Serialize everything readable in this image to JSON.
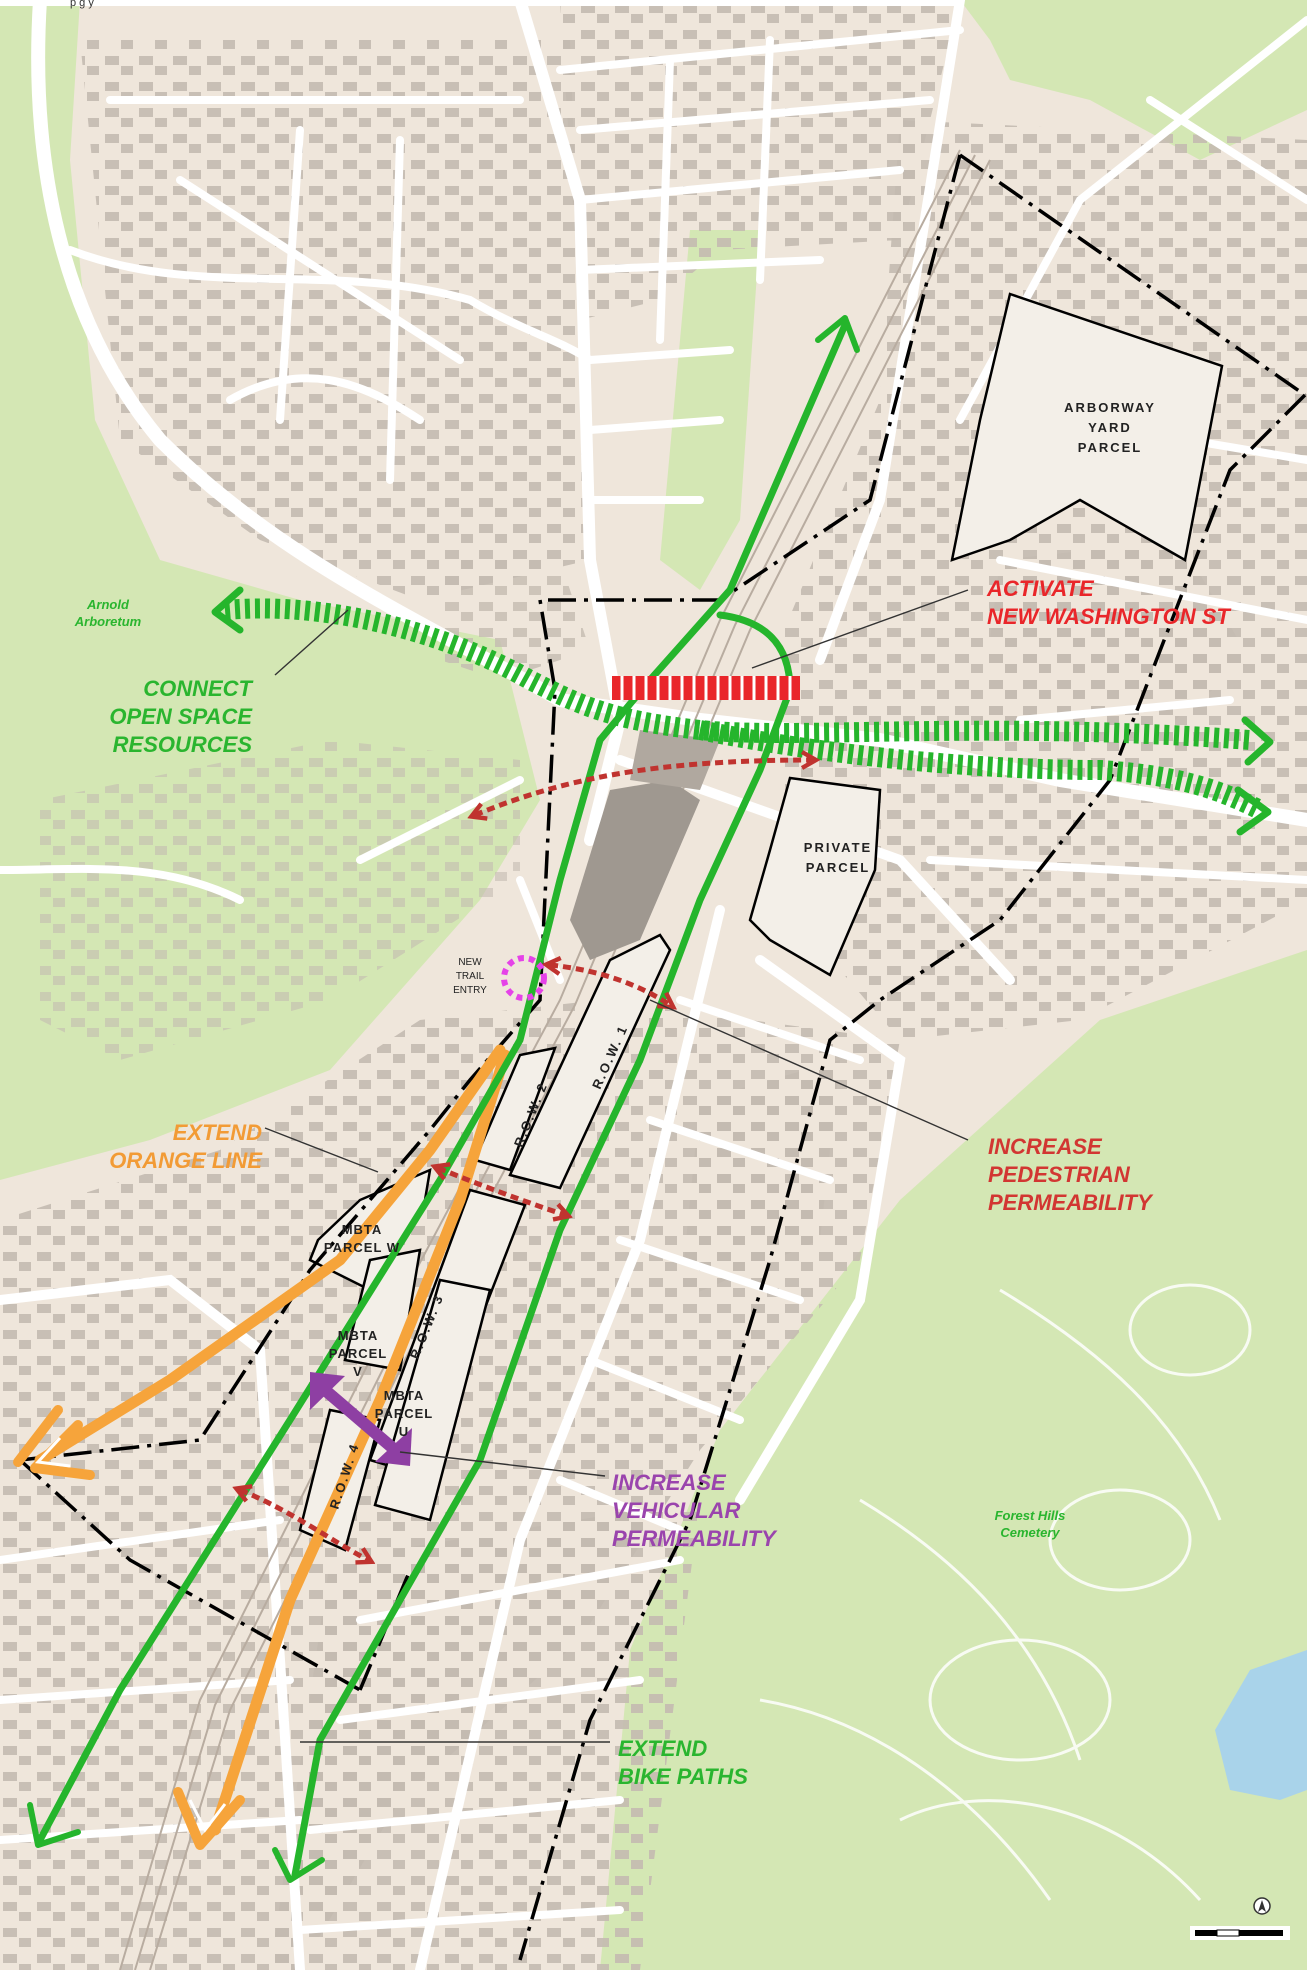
{
  "header": {
    "caption_fragment": "p         g                                  y"
  },
  "colors": {
    "land": "#efe6db",
    "park": "#d4e7b4",
    "road": "#ffffff",
    "building": "#c4bbb1",
    "green_path": "#25b52c",
    "orange_line": "#f6a43b",
    "red_ped": "#c0332f",
    "purple_veh": "#8e3fa3",
    "red_activate": "#e9262a",
    "boundary": "#000000",
    "green_label": "#2ab52f",
    "orange_label": "#f29b35",
    "red_label": "#d23632",
    "purple_label": "#9a44ad",
    "trail_entry": "#e542e8"
  },
  "places": {
    "arnold_arboretum": [
      "Arnold",
      "Arboretum"
    ],
    "forest_hills_cemetery": [
      "Forest Hills",
      "Cemetery"
    ]
  },
  "strategies": {
    "connect_open_space": [
      "CONNECT",
      "OPEN SPACE",
      "RESOURCES"
    ],
    "activate_washington": [
      "ACTIVATE",
      "NEW WASHINGTON ST"
    ],
    "increase_pedestrian": [
      "INCREASE",
      "PEDESTRIAN",
      "PERMEABILITY"
    ],
    "extend_orange_line": [
      "EXTEND",
      "ORANGE LINE"
    ],
    "increase_vehicular": [
      "INCREASE",
      "VEHICULAR",
      "PERMEABILITY"
    ],
    "extend_bike_paths": [
      "EXTEND",
      "BIKE PATHS"
    ]
  },
  "parcels": {
    "arborway_yard": [
      "ARBORWAY",
      "YARD",
      "PARCEL"
    ],
    "private": [
      "PRIVATE",
      "PARCEL"
    ],
    "mbta_w": [
      "MBTA",
      "PARCEL W"
    ],
    "mbta_v": [
      "MBTA",
      "PARCEL",
      "V"
    ],
    "mbta_u": [
      "MBTA",
      "PARCEL",
      "U"
    ],
    "row1": "R.O.W. 1",
    "row2": "R.O.W. 2",
    "row3": "R.O.W. 3",
    "row4": "R.O.W. 4"
  },
  "trail_entry": [
    "NEW",
    "TRAIL",
    "ENTRY"
  ]
}
